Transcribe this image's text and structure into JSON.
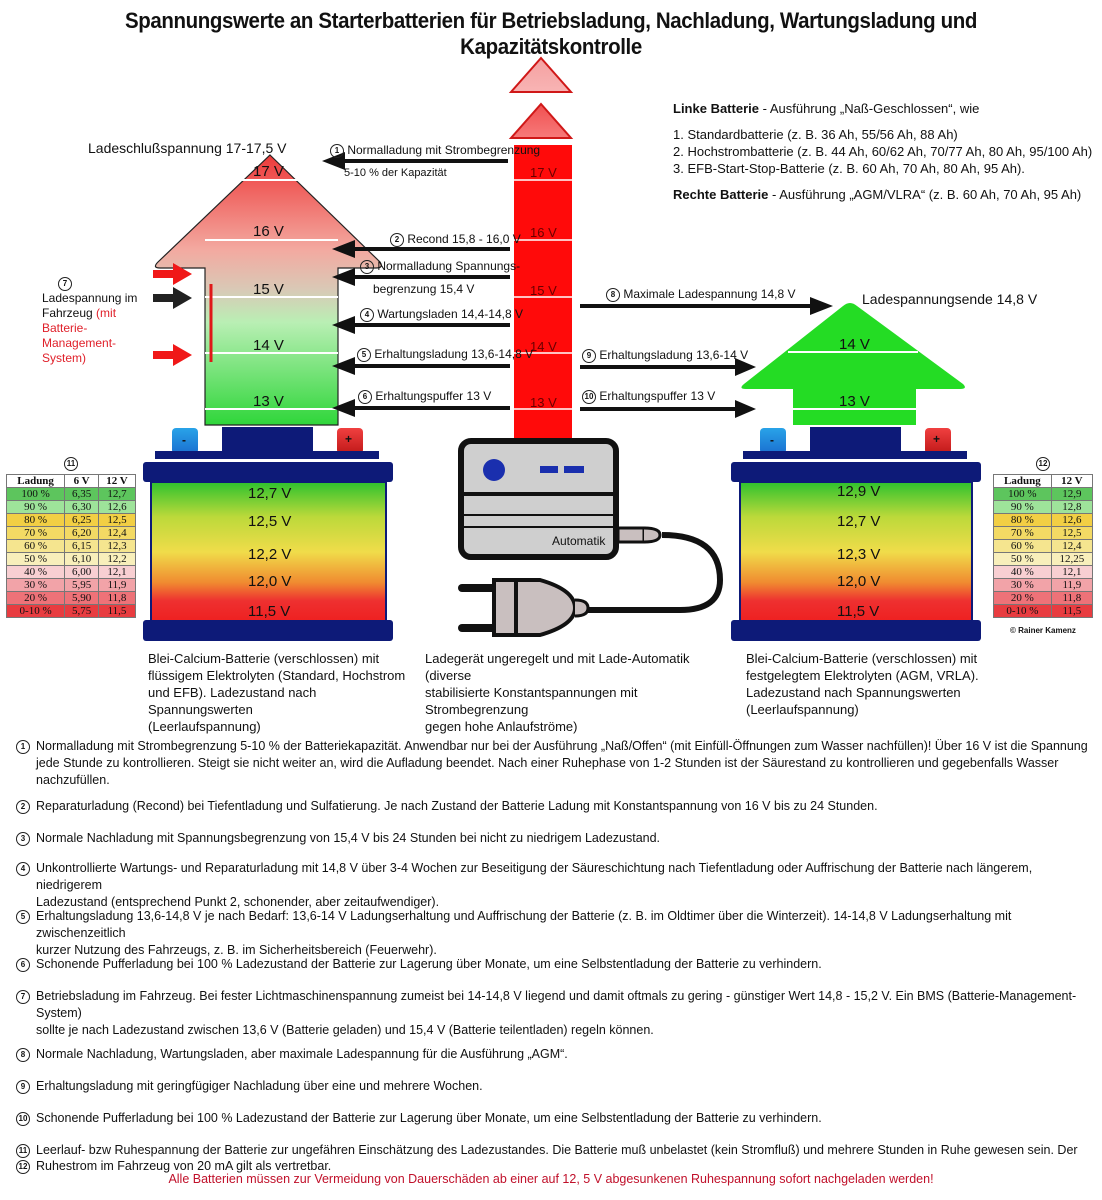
{
  "title": "Spannungswerte an Starterbatterien für Betriebsladung, Nachladung, Wartungsladung und Kapazitätskontrolle",
  "info": {
    "left_battery_label": "Linke Batterie",
    "left_battery_text": " - Ausführung „Naß-Geschlossen“, wie",
    "list": [
      "1. Standardbatterie (z. B. 36 Ah, 55/56 Ah, 88 Ah)",
      "2. Hochstrombatterie (z. B. 44 Ah, 60/62 Ah, 70/77 Ah, 80 Ah, 95/100 Ah)",
      "3. EFB-Start-Stop-Batterie (z. B. 60 Ah, 70 Ah, 80 Ah, 95 Ah)."
    ],
    "right_battery_label": "Rechte Batterie",
    "right_battery_text": " - Ausführung „AGM/VLRA“ (z. B. 60 Ah, 70 Ah, 95 Ah)"
  },
  "left_arrow": {
    "top_label": "Ladeschlußspannung 17-17,5 V",
    "levels": [
      "17 V",
      "16 V",
      "15 V",
      "14 V",
      "13 V"
    ]
  },
  "center_bar": {
    "levels": [
      "17 V",
      "16 V",
      "15 V",
      "14 V",
      "13 V"
    ]
  },
  "right_arrow": {
    "top_label": "Ladespannungsende 14,8 V",
    "levels": [
      "14 V",
      "13 V"
    ]
  },
  "left_arrows": [
    {
      "num": "1",
      "line1": "Normalladung mit Strombegrenzung",
      "line2": "5-10 % der Kapazität"
    },
    {
      "num": "2",
      "line1": "Recond 15,8 - 16,0 V"
    },
    {
      "num": "3",
      "line1": "Normalladung Spannungs-",
      "line2": "begrenzung 15,4 V"
    },
    {
      "num": "4",
      "line1": "Wartungsladen 14,4-14,8 V"
    },
    {
      "num": "5",
      "line1": "Erhaltungsladung 13,6-14,8 V"
    },
    {
      "num": "6",
      "line1": "Erhaltungspuffer 13 V"
    }
  ],
  "right_arrows": [
    {
      "num": "8",
      "line1": "Maximale Ladespannung 14,8 V"
    },
    {
      "num": "9",
      "line1": "Erhaltungsladung 13,6-14 V"
    },
    {
      "num": "10",
      "line1": "Erhaltungspuffer 13 V"
    }
  ],
  "vehicle_note": {
    "num": "7",
    "line1": "Ladespannung im",
    "line2": "Fahrzeug",
    "red1": " (mit Batterie-",
    "red2": "Management-System)"
  },
  "left_battery": {
    "minus": "-",
    "plus": "+",
    "voltages": [
      "12,7 V",
      "12,5 V",
      "12,2 V",
      "12,0 V",
      "11,5 V"
    ],
    "caption": [
      "Blei-Calcium-Batterie (verschlossen) mit",
      "flüssigem Elektrolyten (Standard, Hochstrom",
      "und EFB). Ladezustand nach Spannungswerten",
      "(Leerlaufspannung)"
    ]
  },
  "right_battery": {
    "minus": "-",
    "plus": "+",
    "voltages": [
      "12,9 V",
      "12,7 V",
      "12,3 V",
      "12,0 V",
      "11,5 V"
    ],
    "caption": [
      "Blei-Calcium-Batterie (verschlossen) mit",
      "festgelegtem Elektrolyten (AGM, VRLA).",
      "Ladezustand nach Spannungswerten",
      "(Leerlaufspannung)"
    ]
  },
  "charger": {
    "label": "Automatik",
    "caption": [
      "Ladegerät ungeregelt und mit Lade-Automatik (diverse",
      "stabilisierte Konstantspannungen mit Strombegrenzung",
      "gegen hohe Anlaufströme)"
    ]
  },
  "table_left": {
    "num": "11",
    "headers": [
      "Ladung",
      "6 V",
      "12 V"
    ],
    "rows": [
      [
        "100 %",
        "6,35",
        "12,7"
      ],
      [
        "90 %",
        "6,30",
        "12,6"
      ],
      [
        "80 %",
        "6,25",
        "12,5"
      ],
      [
        "70 %",
        "6,20",
        "12,4"
      ],
      [
        "60 %",
        "6,15",
        "12,3"
      ],
      [
        "50 %",
        "6,10",
        "12,2"
      ],
      [
        "40 %",
        "6,00",
        "12,1"
      ],
      [
        "30 %",
        "5,95",
        "11,9"
      ],
      [
        "20 %",
        "5,90",
        "11,8"
      ],
      [
        "0-10 %",
        "5,75",
        "11,5"
      ]
    ],
    "row_colors": [
      "#5dc55d",
      "#9ee39a",
      "#f2cf44",
      "#f3da64",
      "#f5e58f",
      "#f8efbb",
      "#f8cfd2",
      "#f2a3a8",
      "#ee7278",
      "#e83c40"
    ]
  },
  "table_right": {
    "num": "12",
    "headers": [
      "Ladung",
      "12 V"
    ],
    "rows": [
      [
        "100 %",
        "12,9"
      ],
      [
        "90 %",
        "12,8"
      ],
      [
        "80 %",
        "12,6"
      ],
      [
        "70 %",
        "12,5"
      ],
      [
        "60 %",
        "12,4"
      ],
      [
        "50 %",
        "12,25"
      ],
      [
        "40 %",
        "12,1"
      ],
      [
        "30 %",
        "11,9"
      ],
      [
        "20 %",
        "11,8"
      ],
      [
        "0-10 %",
        "11,5"
      ]
    ],
    "copyright": "© Rainer Kamenz"
  },
  "notes": [
    {
      "num": "1",
      "lines": [
        "Normalladung mit Strombegrenzung 5-10 % der Batteriekapazität. Anwendbar nur bei der Ausführung „Naß/Offen“ (mit Einfüll-Öffnungen zum Wasser nachfüllen)! Über 16 V ist die Spannung",
        "jede Stunde zu kontrollieren. Steigt sie nicht weiter an, wird die Aufladung beendet. Nach einer Ruhephase von 1-2 Stunden ist der Säurestand zu kontrollieren und gegebenfalls Wasser nachzufüllen."
      ]
    },
    {
      "num": "2",
      "lines": [
        "Reparaturladung (Recond) bei Tiefentladung und Sulfatierung. Je nach Zustand der Batterie Ladung mit Konstantspannung von 16 V bis zu 24 Stunden."
      ]
    },
    {
      "num": "3",
      "lines": [
        "Normale Nachladung mit Spannungsbegrenzung von 15,4 V bis 24 Stunden bei nicht zu niedrigem Ladezustand."
      ]
    },
    {
      "num": "4",
      "lines": [
        "Unkontrollierte Wartungs- und Reparaturladung mit 14,8 V über 3-4 Wochen zur Beseitigung der Säureschichtung nach Tiefentladung oder Auffrischung der Batterie nach längerem, niedrigerem",
        "Ladezustand (entsprechend Punkt 2, schonender, aber zeitaufwendiger)."
      ]
    },
    {
      "num": "5",
      "lines": [
        "Erhaltungsladung 13,6-14,8 V je nach Bedarf: 13,6-14 V Ladungserhaltung und Auffrischung der Batterie (z. B. im Oldtimer über die Winterzeit). 14-14,8 V Ladungserhaltung mit zwischenzeitlich",
        "kurzer Nutzung des Fahrzeugs, z. B. im Sicherheitsbereich (Feuerwehr)."
      ]
    },
    {
      "num": "6",
      "lines": [
        "Schonende Pufferladung bei 100 % Ladezustand der Batterie zur Lagerung über Monate, um eine Selbstentladung der Batterie zu verhindern."
      ]
    },
    {
      "num": "7",
      "lines": [
        "Betriebsladung im Fahrzeug. Bei fester Lichtmaschinenspannung zumeist bei 14-14,8 V liegend und damit oftmals zu gering - günstiger Wert 14,8 - 15,2 V.  Ein BMS (Batterie-Management-System)",
        "sollte je nach Ladezustand zwischen 13,6 V (Batterie geladen) und 15,4 V (Batterie teilentladen) regeln können."
      ]
    },
    {
      "num": "8",
      "lines": [
        "Normale Nachladung, Wartungsladen, aber maximale Ladespannung für die Ausführung „AGM“."
      ]
    },
    {
      "num": "9",
      "lines": [
        "Erhaltungsladung mit geringfügiger Nachladung über eine und mehrere Wochen."
      ]
    },
    {
      "num": "10",
      "lines": [
        "Schonende Pufferladung bei 100 % Ladezustand der Batterie zur Lagerung über Monate, um eine Selbstentladung der Batterie zu verhindern."
      ]
    },
    {
      "num": "11",
      "lines": [
        "Leerlauf- bzw Ruhespannung der Batterie zur ungefähren Einschätzung des Ladezustandes. Die Batterie muß unbelastet (kein Stromfluß) und mehrere Stunden in Ruhe gewesen sein. Der"
      ]
    },
    {
      "num": "12",
      "lines": [
        "Ruhestrom im Fahrzeug von 20 mA gilt als vertretbar."
      ]
    }
  ],
  "warning": "Alle Batterien müssen zur Vermeidung von Dauerschäden ab einer auf 12, 5 V abgesunkenen Ruhespannung sofort nachgeladen werden!",
  "colors": {
    "battery_blue": "#0d1a78",
    "center_red": "#ff0a0a",
    "right_green": "#22dd22",
    "warning_red": "#c0102a"
  }
}
